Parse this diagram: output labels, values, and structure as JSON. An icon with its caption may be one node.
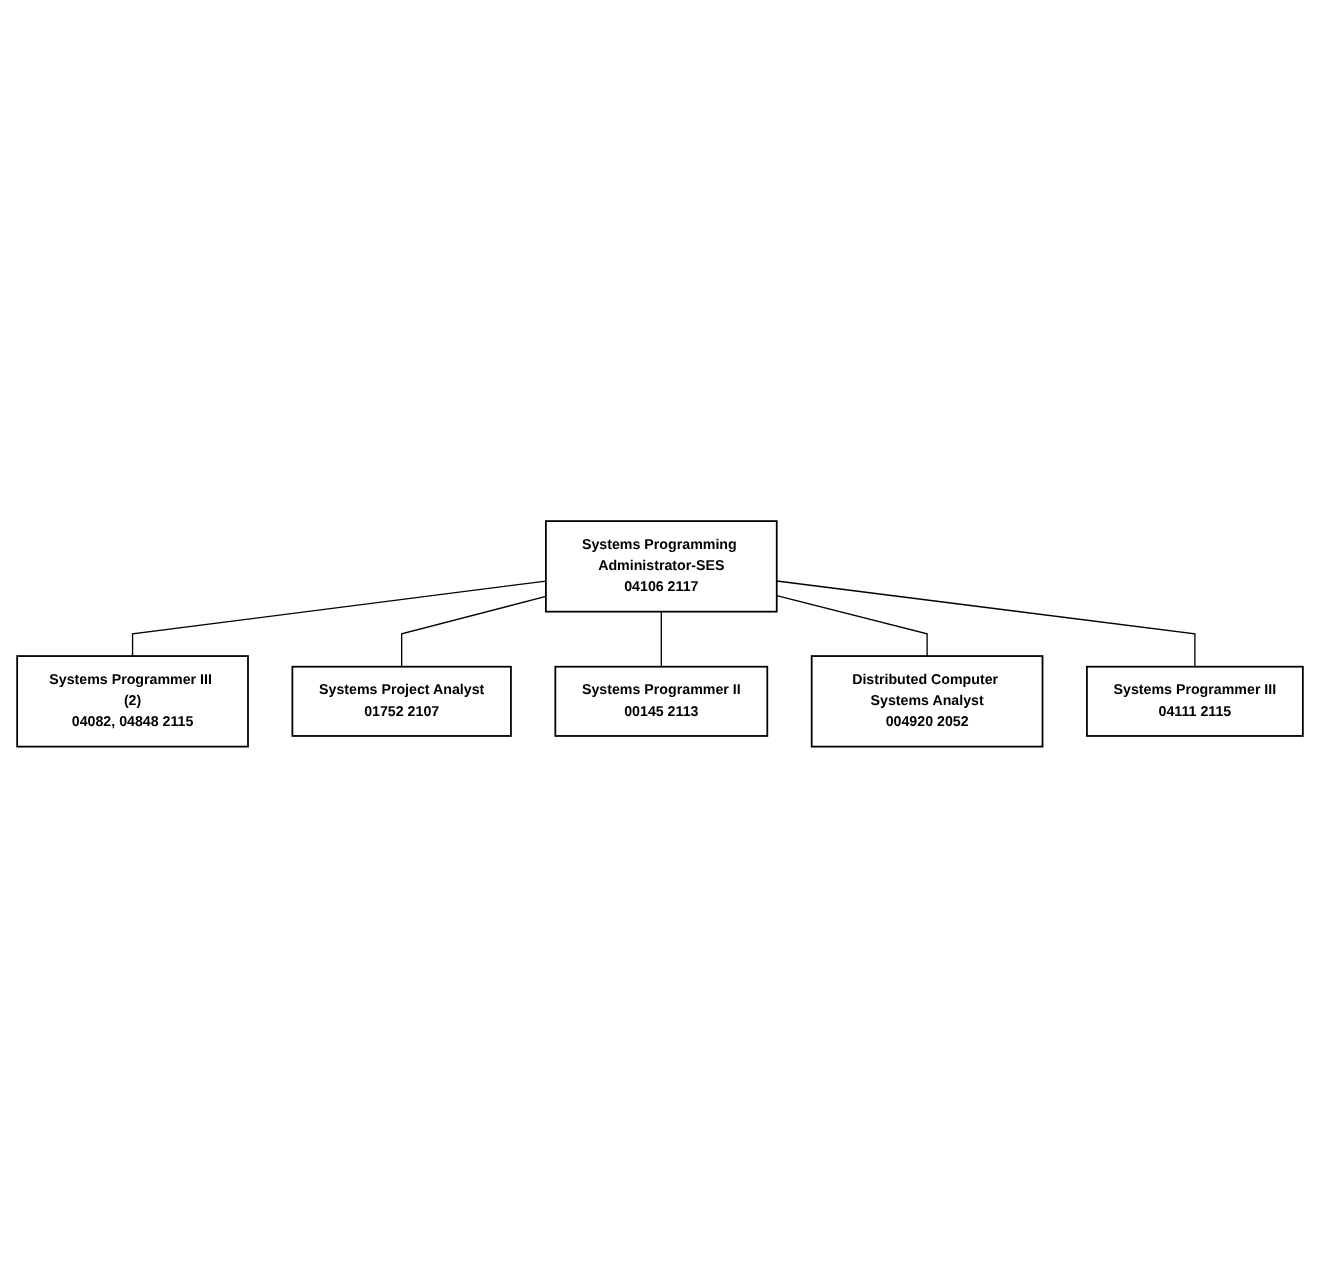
{
  "diagram": {
    "nodes": [
      {
        "text": [
          "Systems Programming Administrator-SES",
          "04106 2117"
        ]
      },
      {
        "text": [
          "Systems Programmer III (2)",
          "04082, 04848 2115"
        ]
      },
      {
        "text": [
          "Systems Project Analyst",
          "01752 2107"
        ]
      },
      {
        "text": [
          "Systems Programmer II",
          "00145 2113"
        ]
      },
      {
        "text": [
          "Distributed Computer Systems Analyst",
          "004920 2052"
        ]
      },
      {
        "text": [
          "Systems Programmer III",
          "04111 2115"
        ]
      }
    ],
    "edges": [
      {
        "from": 0,
        "to": 1,
        "arrow": "none"
      },
      {
        "from": 0,
        "to": 2,
        "arrow": "none"
      },
      {
        "from": 0,
        "to": 3,
        "arrow": "none"
      },
      {
        "from": 0,
        "to": 4,
        "arrow": "none"
      },
      {
        "from": 0,
        "to": 5,
        "arrow": "none"
      }
    ]
  }
}
